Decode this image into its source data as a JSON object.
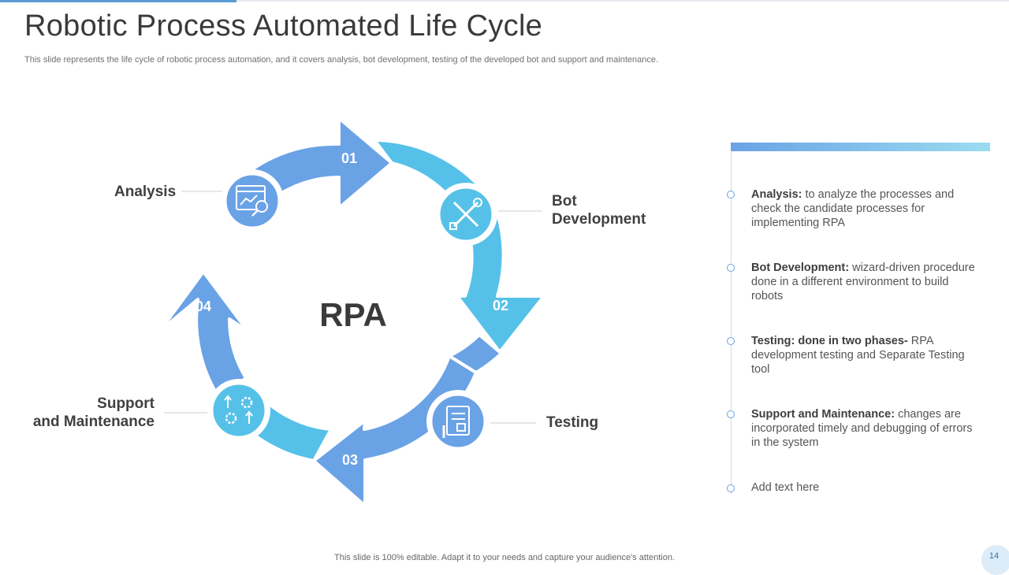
{
  "header": {
    "title": "Robotic Process Automated Life Cycle",
    "subtitle": "This slide represents the life cycle of robotic process automation, and it covers analysis, bot development, testing of the developed bot and support and maintenance."
  },
  "cycle": {
    "center_label": "RPA",
    "steps": [
      {
        "number": "01",
        "label_lines": [
          "Bot",
          "Development"
        ],
        "icon": "tools-icon"
      },
      {
        "number": "02",
        "label_lines": [
          "Testing"
        ],
        "icon": "test-document-icon"
      },
      {
        "number": "03",
        "label_lines": [
          "Support",
          "and Maintenance"
        ],
        "icon": "gears-arrows-icon"
      },
      {
        "number": "04",
        "label_lines": [
          "Analysis"
        ],
        "icon": "analysis-chart-icon"
      }
    ],
    "colors": {
      "dark_blue": "#6aa2e6",
      "light_blue": "#56c1e8",
      "arrow_outline": "#ffffff"
    }
  },
  "details": {
    "items": [
      {
        "title": "Analysis:",
        "text": " to analyze the processes and check the candidate processes for implementing RPA"
      },
      {
        "title": "Bot Development:",
        "text": " wizard-driven procedure done in a different environment to build robots"
      },
      {
        "title": "Testing: done in two phases-",
        "text": " RPA development testing and Separate Testing tool"
      },
      {
        "title": "Support and Maintenance:",
        "text": " changes are incorporated timely and debugging of errors in the system"
      },
      {
        "title": "",
        "text": "Add text here"
      }
    ]
  },
  "footer": {
    "note": "This slide is 100% editable. Adapt it to your needs and capture your audience's attention.",
    "page_number": "14"
  }
}
